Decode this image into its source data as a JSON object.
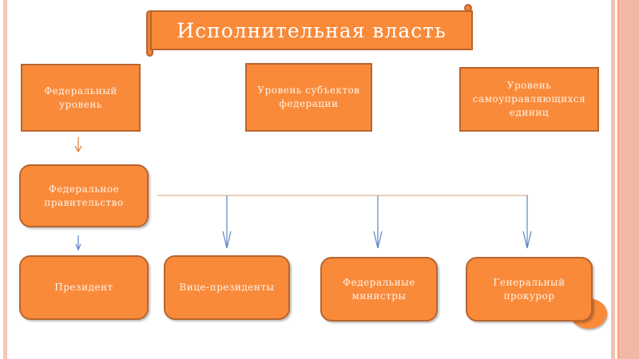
{
  "title": "Исполнительная власть",
  "levels": [
    {
      "label": "Федеральный уровень"
    },
    {
      "label": "Уровень субъектов федерации"
    },
    {
      "label": "Уровень самоуправляющихся единиц"
    }
  ],
  "government": "Федеральное правительство",
  "members": [
    {
      "label": "Президент"
    },
    {
      "label": "Вице-президенты"
    },
    {
      "label": "Федеральные министры"
    },
    {
      "label": "Генеральный прокурор"
    }
  ],
  "colors": {
    "box": "#f98a3a",
    "border": "#b8652d",
    "arrow": "#5b86c4",
    "stripe": "#f4bfae"
  }
}
